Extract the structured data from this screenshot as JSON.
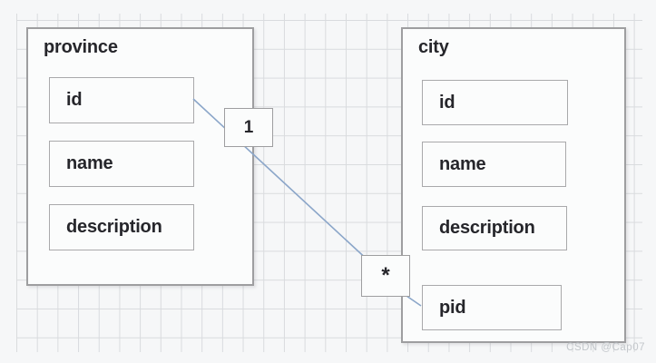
{
  "diagram": {
    "entities": [
      {
        "title": "province",
        "fields": [
          "id",
          "name",
          "description"
        ]
      },
      {
        "title": "city",
        "fields": [
          "id",
          "name",
          "description",
          "pid"
        ]
      }
    ],
    "relationship": {
      "from_entity": "province",
      "from_field": "id",
      "to_entity": "city",
      "to_field": "pid",
      "from_cardinality": "1",
      "to_cardinality": "*"
    }
  },
  "watermark": "CSDN @Cap07",
  "colors": {
    "canvas-bg": "#f6f7f8",
    "grid-line": "#d9dbde",
    "entity-border": "#9e9ea0",
    "entity-fill": "#fbfcfc",
    "field-border": "#a9a9ab",
    "relation-line": "#8ba6c9",
    "text": "#26262b",
    "watermark": "#c3c7cb"
  }
}
